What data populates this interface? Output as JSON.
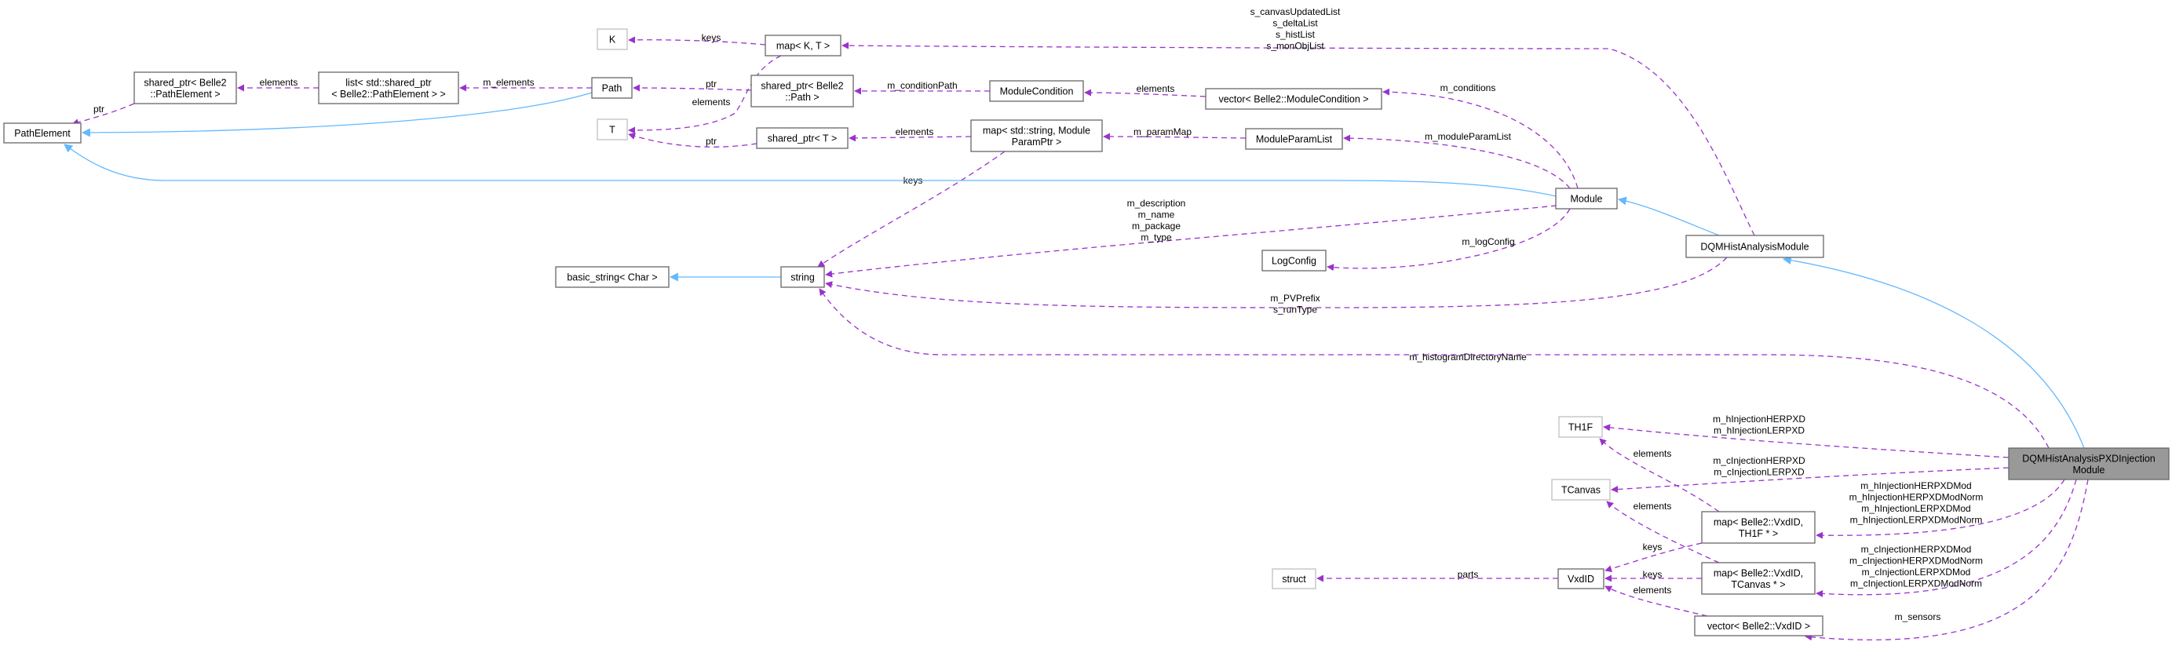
{
  "colors": {
    "usage_edge": "#9a32cd",
    "inheritance_edge": "#63b8ff",
    "focus_fill": "#999999"
  },
  "nodes": [
    {
      "id": "pathelement",
      "lines": [
        "PathElement"
      ]
    },
    {
      "id": "sp_pathelement",
      "lines": [
        "shared_ptr< Belle2",
        "::PathElement >"
      ]
    },
    {
      "id": "list_sp",
      "lines": [
        "list< std::shared_ptr",
        "< Belle2::PathElement > >"
      ]
    },
    {
      "id": "path",
      "lines": [
        "Path"
      ]
    },
    {
      "id": "k",
      "lines": [
        "K"
      ]
    },
    {
      "id": "t",
      "lines": [
        "T"
      ]
    },
    {
      "id": "map_kt",
      "lines": [
        "map< K, T >"
      ]
    },
    {
      "id": "sp_path",
      "lines": [
        "shared_ptr< Belle2",
        "::Path >"
      ]
    },
    {
      "id": "modulecondition",
      "lines": [
        "ModuleCondition"
      ]
    },
    {
      "id": "vector_mc",
      "lines": [
        "vector< Belle2::ModuleCondition >"
      ]
    },
    {
      "id": "sp_t",
      "lines": [
        "shared_ptr< T >"
      ]
    },
    {
      "id": "map_string",
      "lines": [
        "map< std::string, Module",
        "ParamPtr >"
      ]
    },
    {
      "id": "moduleparamlist",
      "lines": [
        "ModuleParamList"
      ]
    },
    {
      "id": "string",
      "lines": [
        "string"
      ]
    },
    {
      "id": "basic_string",
      "lines": [
        "basic_string< Char >"
      ]
    },
    {
      "id": "logconfig",
      "lines": [
        "LogConfig"
      ]
    },
    {
      "id": "module",
      "lines": [
        "Module"
      ]
    },
    {
      "id": "dqmhist",
      "lines": [
        "DQMHistAnalysisModule"
      ]
    },
    {
      "id": "pxd",
      "lines": [
        "DQMHistAnalysisPXDInjection",
        "Module"
      ]
    },
    {
      "id": "th1f",
      "lines": [
        "TH1F"
      ]
    },
    {
      "id": "tcanvas",
      "lines": [
        "TCanvas"
      ]
    },
    {
      "id": "map_th1f",
      "lines": [
        "map< Belle2::VxdID,",
        "TH1F * >"
      ]
    },
    {
      "id": "map_tcanvas",
      "lines": [
        "map< Belle2::VxdID,",
        "TCanvas * >"
      ]
    },
    {
      "id": "vector_vxd",
      "lines": [
        "vector< Belle2::VxdID >"
      ]
    },
    {
      "id": "vxdid",
      "lines": [
        "VxdID"
      ]
    },
    {
      "id": "struct",
      "lines": [
        "struct"
      ]
    }
  ],
  "edges": [
    {
      "from": "sp_pathelement",
      "to": "pathelement",
      "kind": "usage",
      "label": [
        "ptr"
      ]
    },
    {
      "from": "list_sp",
      "to": "sp_pathelement",
      "kind": "usage",
      "label": [
        "elements"
      ]
    },
    {
      "from": "path",
      "to": "list_sp",
      "kind": "usage",
      "label": [
        "m_elements"
      ]
    },
    {
      "from": "map_kt",
      "to": "k",
      "kind": "usage",
      "label": [
        "keys"
      ]
    },
    {
      "from": "sp_path",
      "to": "path",
      "kind": "usage",
      "label": [
        "ptr"
      ]
    },
    {
      "from": "map_kt",
      "to": "t",
      "kind": "usage",
      "label": [
        "elements"
      ]
    },
    {
      "from": "sp_t",
      "to": "t",
      "kind": "usage",
      "label": [
        "ptr"
      ]
    },
    {
      "from": "modulecondition",
      "to": "sp_path",
      "kind": "usage",
      "label": [
        "m_conditionPath"
      ]
    },
    {
      "from": "vector_mc",
      "to": "modulecondition",
      "kind": "usage",
      "label": [
        "elements"
      ]
    },
    {
      "from": "map_string",
      "to": "sp_t",
      "kind": "usage",
      "label": [
        "elements"
      ]
    },
    {
      "from": "moduleparamlist",
      "to": "map_string",
      "kind": "usage",
      "label": [
        "m_paramMap"
      ]
    },
    {
      "from": "map_string",
      "to": "string",
      "kind": "usage",
      "label": [
        "keys"
      ]
    },
    {
      "from": "module",
      "to": "vector_mc",
      "kind": "usage",
      "label": [
        "m_conditions"
      ]
    },
    {
      "from": "module",
      "to": "moduleparamlist",
      "kind": "usage",
      "label": [
        "m_moduleParamList"
      ]
    },
    {
      "from": "module",
      "to": "string",
      "kind": "usage",
      "label": [
        "m_description",
        "m_name",
        "m_package",
        "m_type"
      ]
    },
    {
      "from": "module",
      "to": "logconfig",
      "kind": "usage",
      "label": [
        "m_logConfig"
      ]
    },
    {
      "from": "dqmhist",
      "to": "map_kt",
      "kind": "usage",
      "label": [
        "s_canvasUpdatedList",
        "s_deltaList",
        "s_histList",
        "s_monObjList"
      ]
    },
    {
      "from": "dqmhist",
      "to": "string",
      "kind": "usage",
      "label": [
        "m_PVPrefix",
        "s_runType"
      ]
    },
    {
      "from": "pxd",
      "to": "string",
      "kind": "usage",
      "label": [
        "m_histogramDirectoryName"
      ]
    },
    {
      "from": "pxd",
      "to": "th1f",
      "kind": "usage",
      "label": [
        "m_hInjectionHERPXD",
        "m_hInjectionLERPXD"
      ]
    },
    {
      "from": "pxd",
      "to": "tcanvas",
      "kind": "usage",
      "label": [
        "m_cInjectionHERPXD",
        "m_cInjectionLERPXD"
      ]
    },
    {
      "from": "pxd",
      "to": "map_th1f",
      "kind": "usage",
      "label": [
        "m_hInjectionHERPXDMod",
        "m_hInjectionHERPXDModNorm",
        "m_hInjectionLERPXDMod",
        "m_hInjectionLERPXDModNorm"
      ]
    },
    {
      "from": "pxd",
      "to": "map_tcanvas",
      "kind": "usage",
      "label": [
        "m_cInjectionHERPXDMod",
        "m_cInjectionHERPXDModNorm",
        "m_cInjectionLERPXDMod",
        "m_cInjectionLERPXDModNorm"
      ]
    },
    {
      "from": "pxd",
      "to": "vector_vxd",
      "kind": "usage",
      "label": [
        "m_sensors"
      ]
    },
    {
      "from": "map_th1f",
      "to": "th1f",
      "kind": "usage",
      "label": [
        "elements"
      ]
    },
    {
      "from": "map_tcanvas",
      "to": "tcanvas",
      "kind": "usage",
      "label": [
        "elements"
      ]
    },
    {
      "from": "map_th1f",
      "to": "vxdid",
      "kind": "usage",
      "label": [
        "keys"
      ]
    },
    {
      "from": "map_tcanvas",
      "to": "vxdid",
      "kind": "usage",
      "label": [
        "keys"
      ]
    },
    {
      "from": "vector_vxd",
      "to": "vxdid",
      "kind": "usage",
      "label": [
        "elements"
      ]
    },
    {
      "from": "vxdid",
      "to": "struct",
      "kind": "usage",
      "label": [
        "parts"
      ]
    },
    {
      "from": "path",
      "to": "pathelement",
      "kind": "inheritance",
      "label": []
    },
    {
      "from": "module",
      "to": "pathelement",
      "kind": "inheritance",
      "label": []
    },
    {
      "from": "string",
      "to": "basic_string",
      "kind": "inheritance",
      "label": []
    },
    {
      "from": "dqmhist",
      "to": "module",
      "kind": "inheritance",
      "label": []
    },
    {
      "from": "pxd",
      "to": "dqmhist",
      "kind": "inheritance",
      "label": []
    }
  ]
}
